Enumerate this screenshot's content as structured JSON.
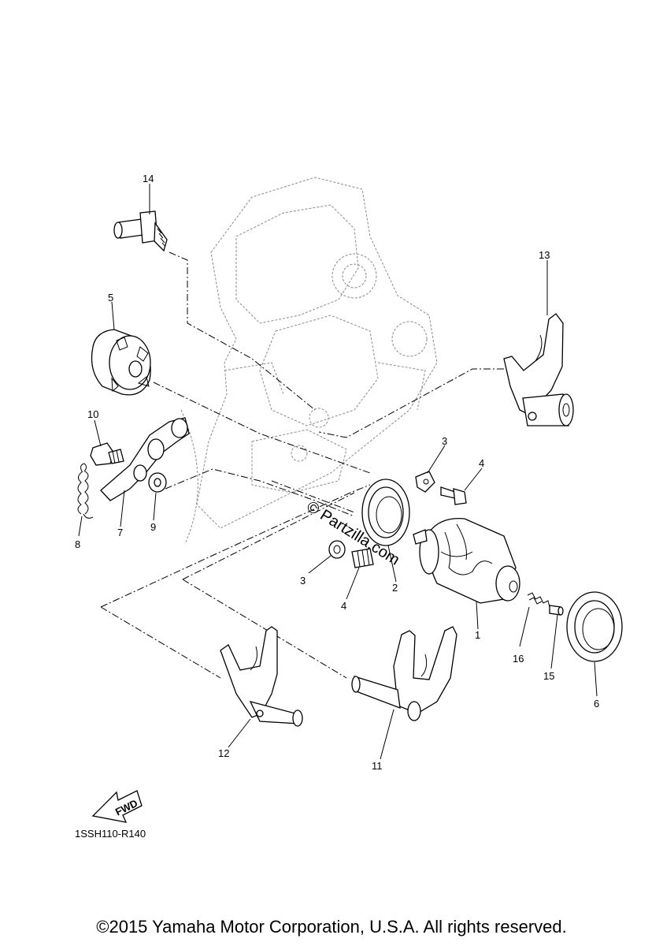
{
  "diagram": {
    "callouts": [
      {
        "id": "14",
        "label": "14"
      },
      {
        "id": "13",
        "label": "13"
      },
      {
        "id": "5",
        "label": "5"
      },
      {
        "id": "3a",
        "label": "3"
      },
      {
        "id": "4a",
        "label": "4"
      },
      {
        "id": "10",
        "label": "10"
      },
      {
        "id": "8",
        "label": "8"
      },
      {
        "id": "7",
        "label": "7"
      },
      {
        "id": "9",
        "label": "9"
      },
      {
        "id": "3b",
        "label": "3"
      },
      {
        "id": "4b",
        "label": "4"
      },
      {
        "id": "2",
        "label": "2"
      },
      {
        "id": "1",
        "label": "1"
      },
      {
        "id": "16",
        "label": "16"
      },
      {
        "id": "15",
        "label": "15"
      },
      {
        "id": "6",
        "label": "6"
      },
      {
        "id": "12",
        "label": "12"
      },
      {
        "id": "11",
        "label": "11"
      }
    ],
    "fwd_label": "FWD",
    "watermark": "© Partzilla.com",
    "diagram_code": "1SSH110-R140"
  },
  "footer": {
    "copyright": "©2015 Yamaha Motor Corporation, U.S.A. All rights reserved."
  }
}
